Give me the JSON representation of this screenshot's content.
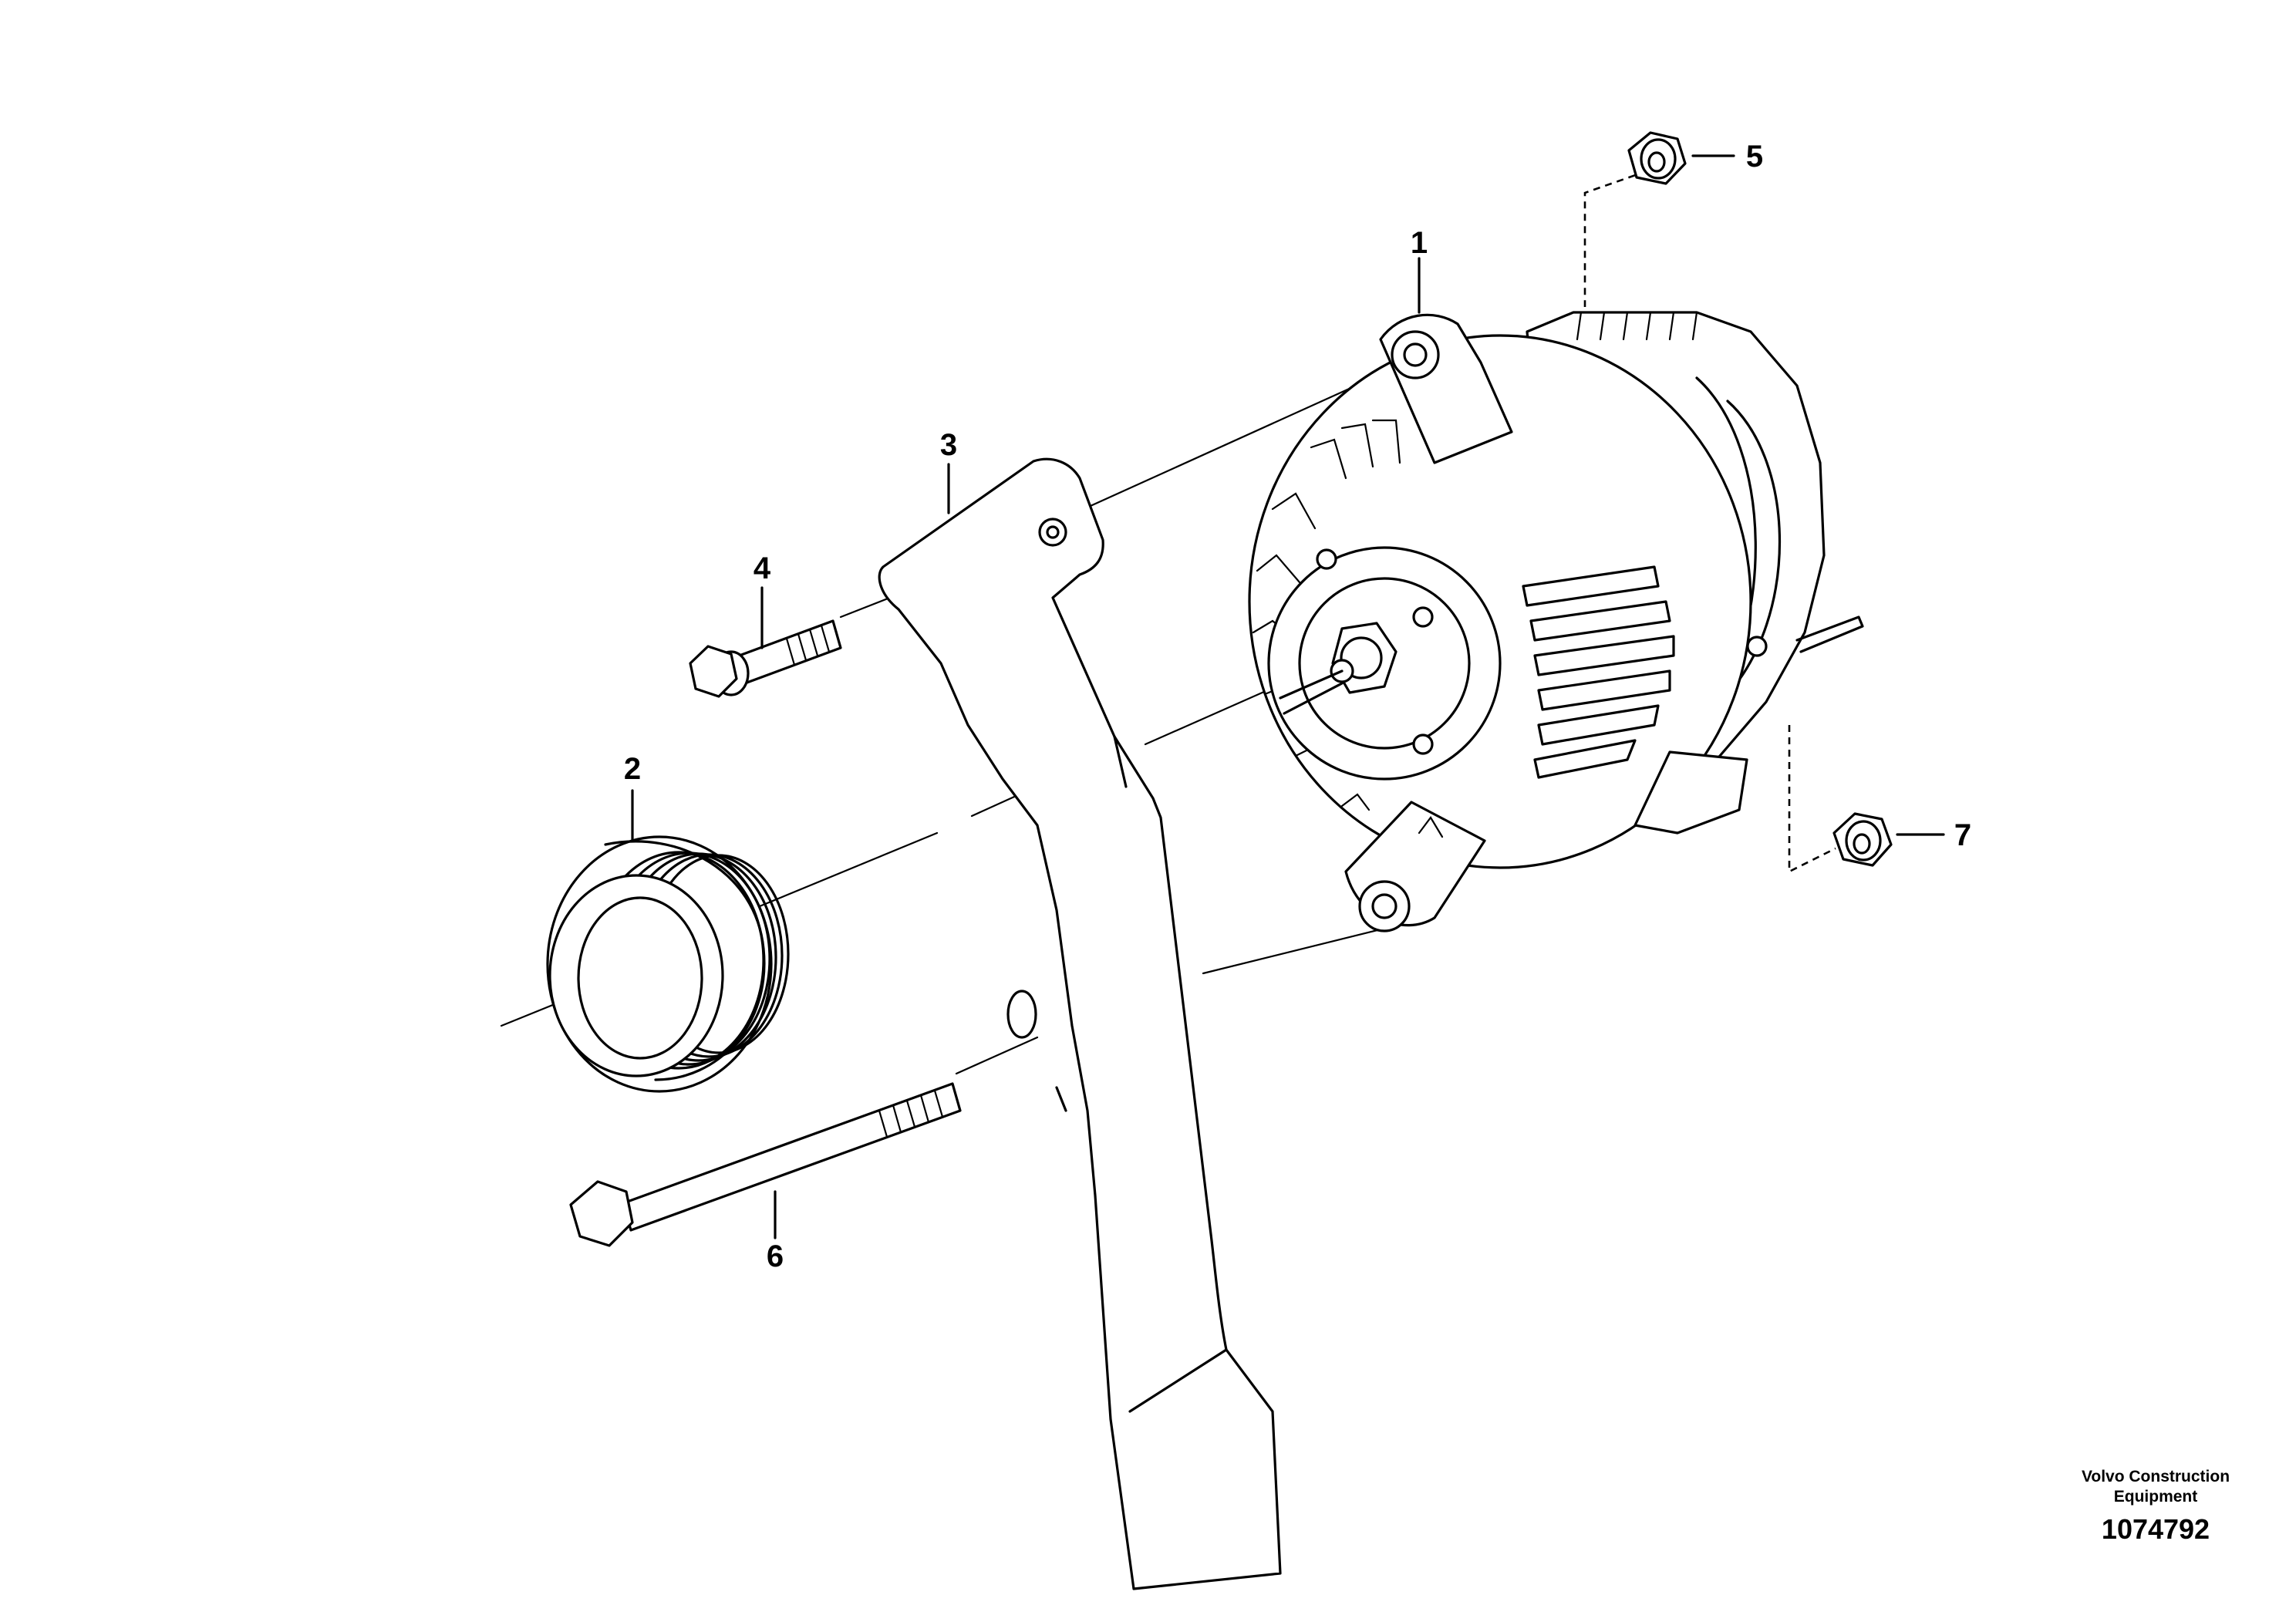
{
  "callouts": {
    "c1": "1",
    "c2": "2",
    "c3": "3",
    "c4": "4",
    "c5": "5",
    "c6": "6",
    "c7": "7"
  },
  "footer": {
    "brand": "Volvo Construction Equipment",
    "drawing_number": "1074792"
  }
}
